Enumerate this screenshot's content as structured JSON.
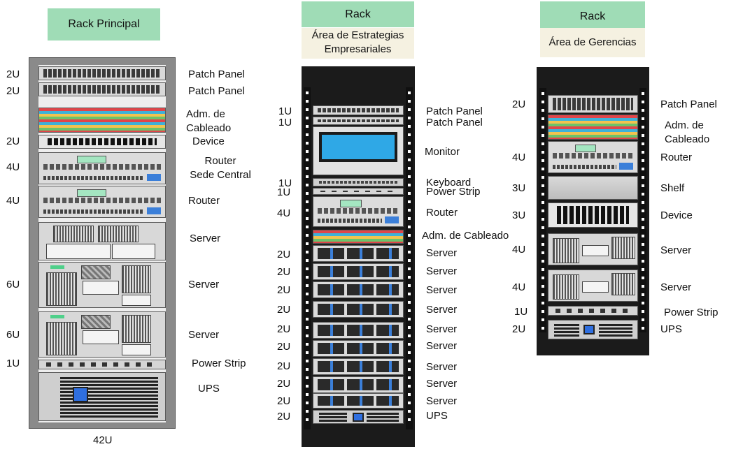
{
  "racks": [
    {
      "title": "Rack Principal",
      "capacity": "42U",
      "items": [
        {
          "u": "2U",
          "label": "Patch Panel"
        },
        {
          "u": "2U",
          "label": "Patch Panel"
        },
        {
          "u": "",
          "label": "Adm. de\nCableado"
        },
        {
          "u": "2U",
          "label": "Device"
        },
        {
          "u": "4U",
          "label": "Router\nSede Central"
        },
        {
          "u": "4U",
          "label": "Router"
        },
        {
          "u": "",
          "label": "Server"
        },
        {
          "u": "6U",
          "label": "Server"
        },
        {
          "u": "6U",
          "label": "Server"
        },
        {
          "u": "1U",
          "label": "Power Strip"
        },
        {
          "u": "",
          "label": "UPS"
        }
      ]
    },
    {
      "title": "Rack",
      "subtitle": "Área de Estrategias\nEmpresariales",
      "items": [
        {
          "u": "1U",
          "label": "Patch Panel"
        },
        {
          "u": "1U",
          "label": "Patch Panel"
        },
        {
          "u": "",
          "label": "Monitor"
        },
        {
          "u": "1U",
          "label": "Keyboard"
        },
        {
          "u": "1U",
          "label": "Power Strip"
        },
        {
          "u": "4U",
          "label": "Router"
        },
        {
          "u": "",
          "label": "Adm. de Cableado"
        },
        {
          "u": "2U",
          "label": "Server"
        },
        {
          "u": "2U",
          "label": "Server"
        },
        {
          "u": "2U",
          "label": "Server"
        },
        {
          "u": "2U",
          "label": "Server"
        },
        {
          "u": "2U",
          "label": "Server"
        },
        {
          "u": "2U",
          "label": "Server"
        },
        {
          "u": "2U",
          "label": "Server"
        },
        {
          "u": "2U",
          "label": "Server"
        },
        {
          "u": "2U",
          "label": "Server"
        },
        {
          "u": "2U",
          "label": "UPS"
        }
      ]
    },
    {
      "title": "Rack",
      "subtitle": "Área de Gerencias",
      "items": [
        {
          "u": "2U",
          "label": "Patch Panel"
        },
        {
          "u": "",
          "label": "Adm. de\nCableado"
        },
        {
          "u": "4U",
          "label": "Router"
        },
        {
          "u": "3U",
          "label": "Shelf"
        },
        {
          "u": "3U",
          "label": "Device"
        },
        {
          "u": "4U",
          "label": "Server"
        },
        {
          "u": "4U",
          "label": "Server"
        },
        {
          "u": "1U",
          "label": "Power Strip"
        },
        {
          "u": "2U",
          "label": "UPS"
        }
      ]
    }
  ],
  "colors": {
    "title_bg": "#9fdcb6",
    "subtitle_bg": "#f5f1e1",
    "rack_frame_dark": "#1b1b1b",
    "rack_frame_gray": "#8a8a8a"
  }
}
